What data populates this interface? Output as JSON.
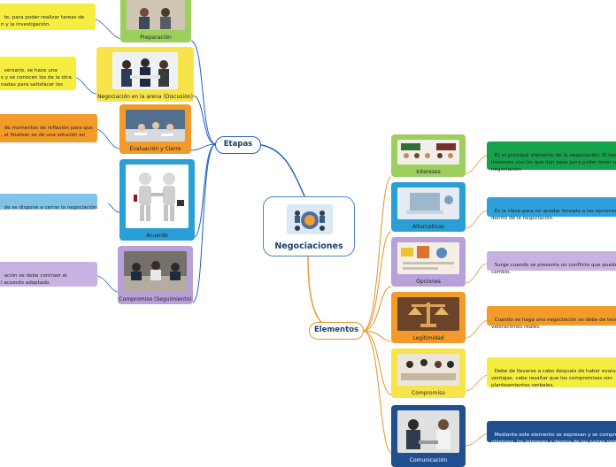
{
  "center": {
    "title": "Negociaciones"
  },
  "branches": {
    "etapas": "Etapas",
    "elementos": "Elementos"
  },
  "etapas": [
    {
      "caption": "Preparación",
      "note": "te, para poder realizar tareas de\nn y la investigación."
    },
    {
      "caption": "Negociación en la arena (Discusión)",
      "note": "versario, se hace una\ns y se conocen los de la otra\nnadas para satisfacer los"
    },
    {
      "caption": "Evaluación y Cierre",
      "note": "de momentos de reflexión para que\n, al finalizar se de una solución en"
    },
    {
      "caption": "Acuerdo",
      "note": "de se dispone a cerrar la negociación."
    },
    {
      "caption": "Compromiso (Seguimiento)",
      "note": "ación se debe contraer el\nl acuerdo adoptado."
    }
  ],
  "elementos": [
    {
      "caption": "Intereses",
      "note": "Es el principal elemento de la negociación. El tener\nintereses son los que dan paso para poder tener u\nnegociación."
    },
    {
      "caption": "Alternativas",
      "note": "Es la clave para no quedar forzado a las opciones\ndentro de la negociación."
    },
    {
      "caption": "Opciones",
      "note": "Surge cuando se presenta un conflicto que puede\ncambio."
    },
    {
      "caption": "Legitimidad",
      "note": "Cuando se haga una negociación se debe de tener\nvaloraciones reales."
    },
    {
      "caption": "Compromiso",
      "note": "Debe de llevarse a cabo después de haber evaluad\nventajas. cabe resaltar que los compromisos son\nplanteamientos verbales."
    },
    {
      "caption": "Comunicación",
      "note": "Mediante este elemento se expresan y se comprer\nobjetivos, los intereses y deseos de las partes neg"
    }
  ],
  "colors": {
    "wire_blue": "#1f5fbf",
    "wire_orange": "#e8932a",
    "wire_green": "#6fb04a",
    "green_card": "#9ccf5d",
    "yellow_card": "#f7e44a",
    "orange_card": "#f39b2a",
    "blue_card": "#2a9fd6",
    "purple_card": "#b8a0d8",
    "navy_card": "#1f4f91",
    "green_note": "#16a24a",
    "blue_note": "#2ea1dc",
    "orange_note": "#f39b2a",
    "yellow_note": "#f5ee40",
    "purple_note": "#c7b3e2",
    "navy_note": "#1f4f91"
  }
}
